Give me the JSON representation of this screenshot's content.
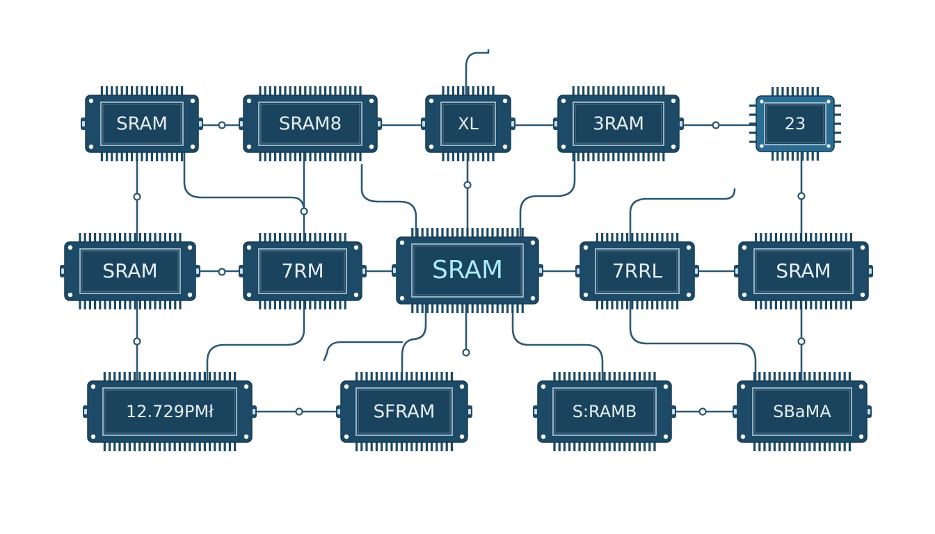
{
  "colors": {
    "background": "#ffffff",
    "chip_fill": "#1d4a66",
    "chip_inner": "#1a435d",
    "chip_border": "#b5cfdc",
    "chip_pins": "#1d4a66",
    "trace": "#2c5873",
    "label_text": "#e6eff5",
    "label_accent": "#a9ecf7",
    "small_chip_fill": "#2a6d92"
  },
  "chips": [
    {
      "id": "chip-r1-c1",
      "label": "SRAM"
    },
    {
      "id": "chip-r1-c2",
      "label": "SRAM8"
    },
    {
      "id": "chip-r1-c3",
      "label": "XL"
    },
    {
      "id": "chip-r1-c4",
      "label": "3RAM"
    },
    {
      "id": "chip-r1-c5",
      "label": "23"
    },
    {
      "id": "chip-r2-c1",
      "label": "SRAM"
    },
    {
      "id": "chip-r2-c2",
      "label": "7RM"
    },
    {
      "id": "chip-center",
      "label": "SRAM"
    },
    {
      "id": "chip-r2-c4",
      "label": "7RRL"
    },
    {
      "id": "chip-r2-c5",
      "label": "SRAM"
    },
    {
      "id": "chip-r3-c1",
      "label": "12.729PMł"
    },
    {
      "id": "chip-r3-c2",
      "label": "SFRAM"
    },
    {
      "id": "chip-r3-c3",
      "label": "S:RAMB"
    },
    {
      "id": "chip-r3-c4",
      "label": "SBaMA"
    }
  ]
}
